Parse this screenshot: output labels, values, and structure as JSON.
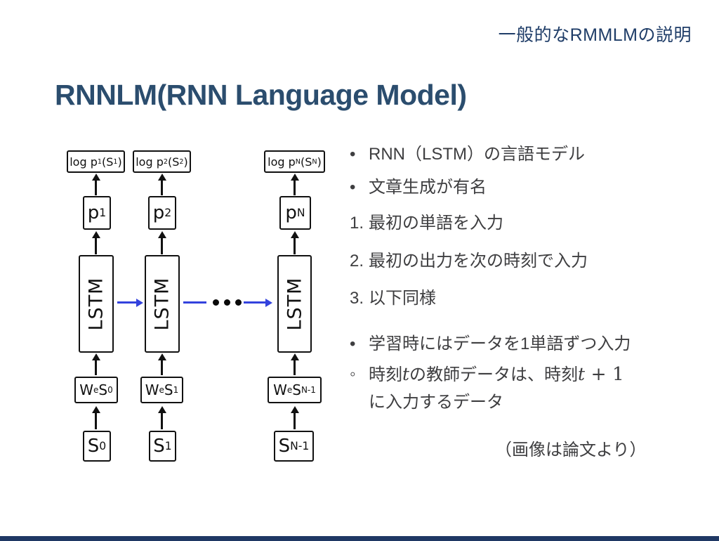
{
  "header": {
    "note": "一般的なRMMLMの説明"
  },
  "title": "RNNLM(RNN Language Model)",
  "diagram": {
    "columns": [
      {
        "log": [
          {
            "text": "log p"
          },
          {
            "text": "1",
            "sub": true
          },
          {
            "text": "(S"
          },
          {
            "text": "1",
            "sub": true
          },
          {
            "text": ")"
          }
        ],
        "p": [
          {
            "text": "p"
          },
          {
            "text": "1",
            "sub": true
          }
        ],
        "lstm": "LSTM",
        "we": [
          {
            "text": "W"
          },
          {
            "text": "e",
            "sub": true
          },
          {
            "text": "S"
          },
          {
            "text": "0",
            "sub": true
          }
        ],
        "s": [
          {
            "text": "S"
          },
          {
            "text": "0",
            "sub": true
          }
        ]
      },
      {
        "log": [
          {
            "text": "log p"
          },
          {
            "text": "2",
            "sub": true
          },
          {
            "text": "(S"
          },
          {
            "text": "2",
            "sub": true
          },
          {
            "text": ")"
          }
        ],
        "p": [
          {
            "text": "p"
          },
          {
            "text": "2",
            "sub": true
          }
        ],
        "lstm": "LSTM",
        "we": [
          {
            "text": "W"
          },
          {
            "text": "e",
            "sub": true
          },
          {
            "text": "S"
          },
          {
            "text": "1",
            "sub": true
          }
        ],
        "s": [
          {
            "text": "S"
          },
          {
            "text": "1",
            "sub": true
          }
        ]
      },
      {
        "log": [
          {
            "text": "log p"
          },
          {
            "text": "N",
            "sub": true
          },
          {
            "text": "(S"
          },
          {
            "text": "N",
            "sub": true
          },
          {
            "text": ")"
          }
        ],
        "p": [
          {
            "text": "p"
          },
          {
            "text": "N",
            "sub": true
          }
        ],
        "lstm": "LSTM",
        "we": [
          {
            "text": "W"
          },
          {
            "text": "e",
            "sub": true
          },
          {
            "text": "S"
          },
          {
            "text": "N-1",
            "sub": true
          }
        ],
        "s": [
          {
            "text": "S"
          },
          {
            "text": "N-1",
            "sub": true
          }
        ]
      }
    ]
  },
  "notes": {
    "items": [
      {
        "marker": "•",
        "segments": [
          {
            "text": "RNN（LSTM）の言語モデル"
          }
        ]
      },
      {
        "marker": "•",
        "segments": [
          {
            "text": "文章生成が有名"
          }
        ]
      },
      {
        "marker": "1.",
        "segments": [
          {
            "text": "最初の単語を入力"
          }
        ]
      },
      {
        "marker": "2.",
        "segments": [
          {
            "text": "最初の出力を次の時刻で入力"
          }
        ]
      },
      {
        "marker": "3.",
        "segments": [
          {
            "text": "以下同様"
          }
        ]
      },
      {
        "marker": "•",
        "segments": [
          {
            "text": "学習時にはデータを1単語ずつ入力"
          }
        ]
      },
      {
        "marker": "◦",
        "segments": [
          {
            "text": "時刻"
          },
          {
            "text": "t",
            "math": true
          },
          {
            "text": "の教師データは、時刻"
          },
          {
            "text": "t",
            "math": true
          },
          {
            "text": " + 1",
            "mathup": true
          }
        ]
      },
      {
        "marker": "",
        "segments": [
          {
            "text": "に入力するデータ"
          }
        ]
      }
    ]
  },
  "footer_note": "（画像は論文より）",
  "colors": {
    "header_navy": "#1f3d68",
    "title_navy": "#2b4d6e",
    "body_text": "#3e3e40",
    "recurrent_arrow_blue": "#3342dd",
    "diagram_ink": "#111111",
    "bottom_bar_navy": "#1f3864"
  }
}
